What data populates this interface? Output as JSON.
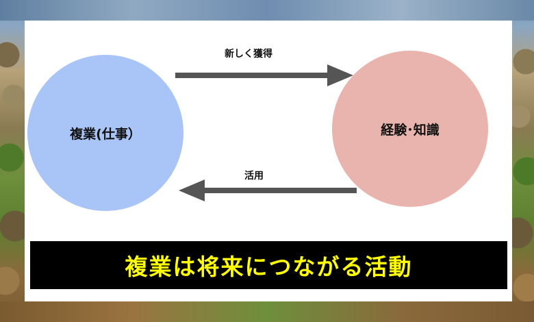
{
  "diagram": {
    "nodes": {
      "left": {
        "label": "複業(仕事）",
        "color": "#a9c4f7"
      },
      "right": {
        "label": "経験･知識",
        "color": "#e8b4ad"
      }
    },
    "edges": {
      "top": {
        "label": "新しく獲得",
        "direction": "left-to-right"
      },
      "bottom": {
        "label": "活用",
        "direction": "right-to-left"
      }
    },
    "banner": {
      "text": "複業は将来につながる活動",
      "text_color": "#ffff00",
      "background": "#000000"
    },
    "arrow_color": "#555555"
  }
}
